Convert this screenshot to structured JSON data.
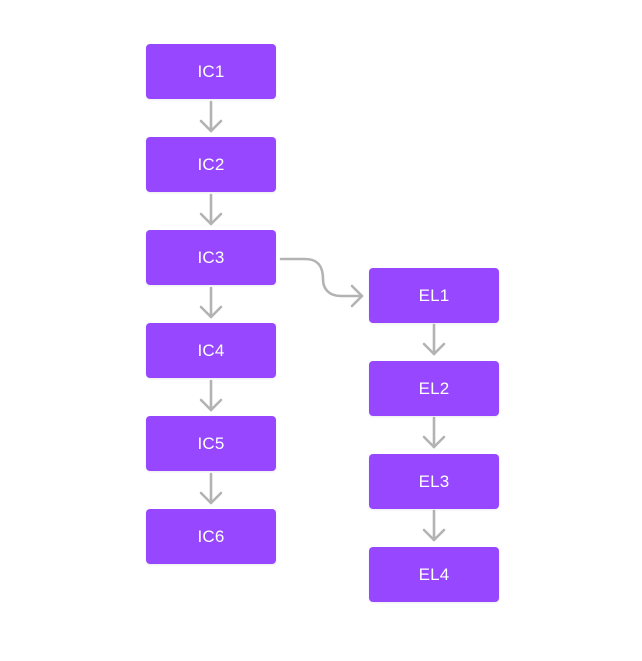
{
  "nodes": {
    "ic1": "IC1",
    "ic2": "IC2",
    "ic3": "IC3",
    "ic4": "IC4",
    "ic5": "IC5",
    "ic6": "IC6",
    "el1": "EL1",
    "el2": "EL2",
    "el3": "EL3",
    "el4": "EL4"
  },
  "edges": [
    [
      "ic1",
      "ic2"
    ],
    [
      "ic2",
      "ic3"
    ],
    [
      "ic3",
      "ic4"
    ],
    [
      "ic4",
      "ic5"
    ],
    [
      "ic5",
      "ic6"
    ],
    [
      "ic3",
      "el1"
    ],
    [
      "el1",
      "el2"
    ],
    [
      "el2",
      "el3"
    ],
    [
      "el3",
      "el4"
    ]
  ],
  "colors": {
    "node_fill": "#9747ff",
    "node_text": "#ffffff",
    "connector": "#b3b3b3"
  }
}
